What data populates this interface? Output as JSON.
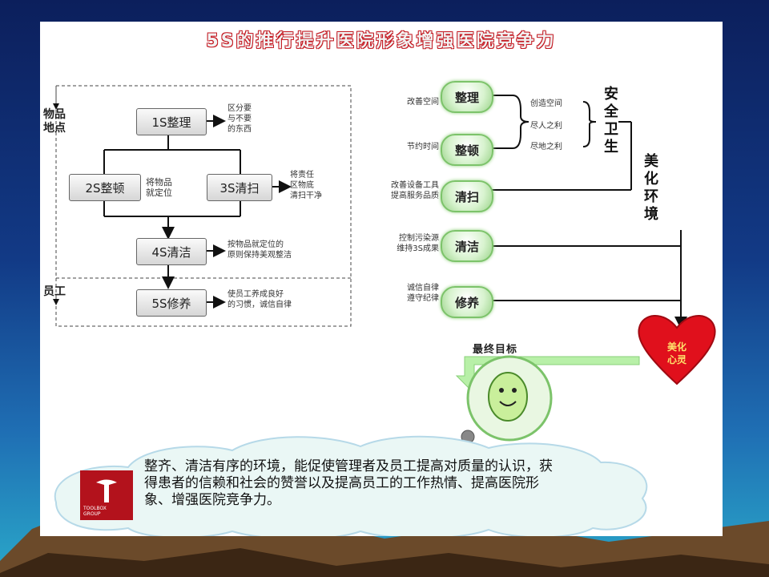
{
  "title": "5S的推行提升医院形象增强医院竞争力",
  "left_flow": {
    "area_labels": [
      "物品\n地点",
      "员工"
    ],
    "boxes": [
      "1S整理",
      "2S整顿",
      "3S清扫",
      "4S清洁",
      "5S修养"
    ],
    "center_note": "将物品\n就定位",
    "notes": [
      "区分要\n与不要\n的东西",
      "将责任\n区物底\n清扫干净",
      "按物品就定位的\n原则保持美观整洁",
      "使员工养成良好\n的习惯，诚信自律"
    ]
  },
  "right_flow": {
    "pills": [
      "整理",
      "整顿",
      "清扫",
      "清洁",
      "修养"
    ],
    "pill_notes": [
      "改善空间",
      "节约时间",
      "改善设备工具\n提高服务品质",
      "控制污染源\n维持3S成果",
      "诚信自律\n遵守纪律"
    ],
    "benefits": [
      "创造空间",
      "尽人之利",
      "尽地之利"
    ],
    "group_labels": [
      "安全卫生",
      "美化环境"
    ],
    "final_goal": "最终目标",
    "heart_text": "美化\n心灵"
  },
  "cloud": {
    "text": "整齐、清洁有序的环境，能促使管理者及员工提高对质量的认识，获得患者的信赖和社会的赞誉以及提高员工的工作热情、提高医院形象、增强医院竞争力。",
    "logo_text": "TOOLBOX\nGROUP"
  },
  "colors": {
    "title_red": "#c61a22",
    "pill_green": "#7cc36a",
    "heart_red": "#e0101c",
    "logo_red": "#b3121c",
    "arrow_green": "#9fe08a"
  }
}
